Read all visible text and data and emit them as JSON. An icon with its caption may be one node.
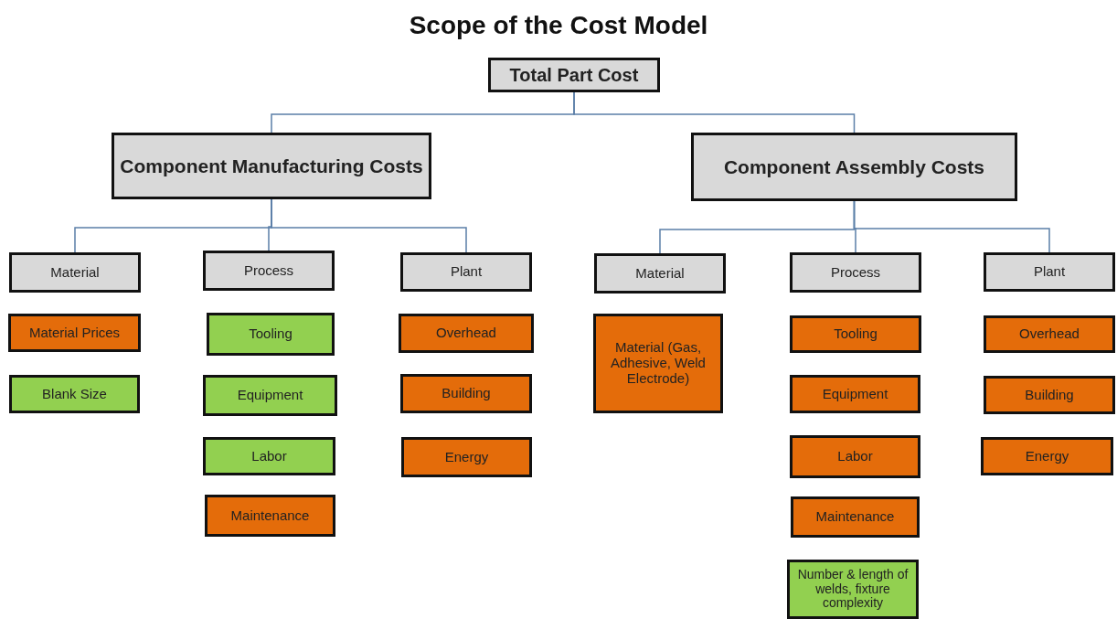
{
  "diagram": {
    "title": "Scope of the Cost Model",
    "nodes": [
      {
        "text": [
          "Total Part Cost"
        ]
      },
      {
        "text": [
          "Component Manufacturing Costs"
        ]
      },
      {
        "text": [
          "Component Assembly Costs"
        ]
      },
      {
        "text": [
          "Material"
        ]
      },
      {
        "text": [
          "Process"
        ]
      },
      {
        "text": [
          "Plant"
        ]
      },
      {
        "text": [
          "Material"
        ]
      },
      {
        "text": [
          "Process"
        ]
      },
      {
        "text": [
          "Plant"
        ]
      },
      {
        "text": [
          "Material Prices"
        ]
      },
      {
        "text": [
          "Blank Size"
        ]
      },
      {
        "text": [
          "Tooling"
        ]
      },
      {
        "text": [
          "Equipment"
        ]
      },
      {
        "text": [
          "Labor"
        ]
      },
      {
        "text": [
          "Maintenance"
        ]
      },
      {
        "text": [
          "Overhead"
        ]
      },
      {
        "text": [
          "Building"
        ]
      },
      {
        "text": [
          "Energy"
        ]
      },
      {
        "text": [
          "Material (Gas, Adhesive, Weld Electrode)"
        ]
      },
      {
        "text": [
          "Tooling"
        ]
      },
      {
        "text": [
          "Equipment"
        ]
      },
      {
        "text": [
          "Labor"
        ]
      },
      {
        "text": [
          "Maintenance"
        ]
      },
      {
        "text": [
          "Number & length of welds, fixture complexity"
        ]
      },
      {
        "text": [
          "Overhead"
        ]
      },
      {
        "text": [
          "Building"
        ]
      },
      {
        "text": [
          "Energy"
        ]
      }
    ],
    "edges": [
      {
        "from": 0,
        "to": 1,
        "arrow": "none"
      },
      {
        "from": 0,
        "to": 2,
        "arrow": "none"
      },
      {
        "from": 1,
        "to": 3,
        "arrow": "none"
      },
      {
        "from": 1,
        "to": 4,
        "arrow": "none"
      },
      {
        "from": 1,
        "to": 5,
        "arrow": "none"
      },
      {
        "from": 2,
        "to": 6,
        "arrow": "none"
      },
      {
        "from": 2,
        "to": 7,
        "arrow": "none"
      },
      {
        "from": 2,
        "to": 8,
        "arrow": "none"
      }
    ]
  }
}
